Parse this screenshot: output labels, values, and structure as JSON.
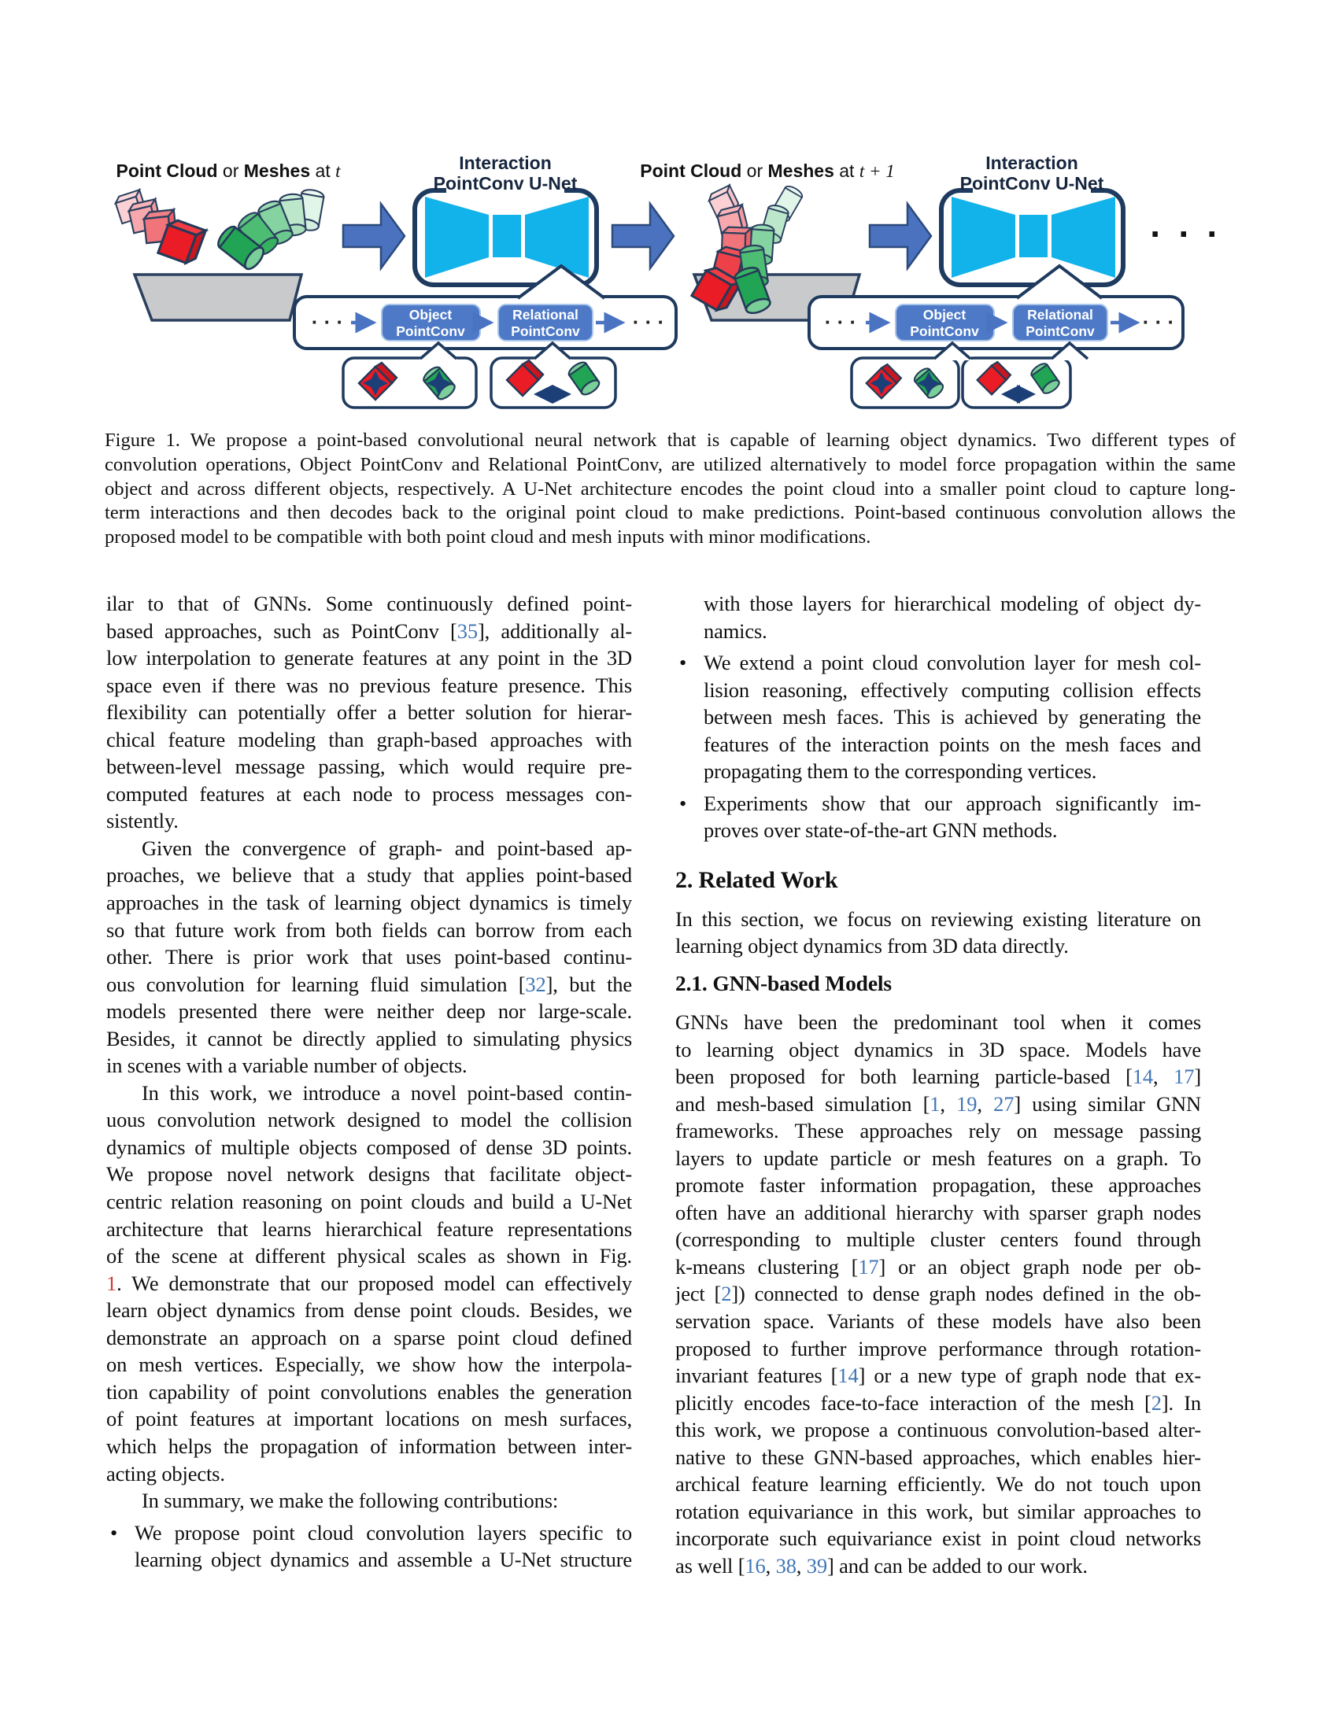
{
  "figure": {
    "scene1_label": {
      "b1": "Point Cloud",
      "or": " or ",
      "b2": "Meshes",
      "at": " at ",
      "t": "t"
    },
    "scene2_label": {
      "b1": "Point Cloud",
      "or": " or ",
      "b2": "Meshes",
      "at": " at ",
      "t": "t + 1"
    },
    "unet": {
      "line1": "Interaction",
      "line2": "PointConv U-Net"
    },
    "object_box": {
      "line1": "Object",
      "line2": "PointConv"
    },
    "relational_box": {
      "line1": "Relational",
      "line2": "PointConv"
    },
    "ellipsis": "· · ·",
    "colors": {
      "cyan": "#12b2ea",
      "navy": "#1e3a5e",
      "arrow_blue": "#4a72bf",
      "box_blue": "#4d79c7",
      "red": "#ea1c25",
      "green": "#22a455",
      "plane_gray": "#c8cacc",
      "cite": "#4176b5",
      "ref": "#d03a3a"
    }
  },
  "bullets": {
    "dot": "•"
  },
  "caption": {
    "lines": [
      "Figure 1.  We propose a point-based convolutional neural network that is capable of learning object dynamics.  Two different types of",
      "convolution operations, Object PointConv and Relational PointConv, are utilized alternatively to model force propagation within the same",
      "object and across different objects, respectively.  A U-Net architecture encodes the point cloud into a smaller point cloud to capture long-",
      "term interactions and then decodes back to the original point cloud to make predictions.  Point-based continuous convolution allows the",
      {
        "t": "proposed model to be compatible with both point cloud and mesh inputs with minor modifications.",
        "j": 0
      }
    ]
  },
  "left_column": {
    "p1": [
      "ilar to that of GNNs.  Some continuously defined point-",
      {
        "s": [
          [
            "p",
            "based approaches, such as PointConv ["
          ],
          [
            "c",
            "35"
          ],
          [
            "p",
            "], additionally al-"
          ]
        ]
      },
      "low interpolation to generate features at any point in the 3D",
      "space even if there was no previous feature presence.  This",
      "flexibility can potentially offer a better solution for hierar-",
      "chical feature modeling than graph-based approaches with",
      "between-level message passing, which would require pre-",
      "computed features at each node to process messages con-",
      {
        "t": "sistently.",
        "j": 0
      }
    ],
    "p2": [
      {
        "t": "Given the convergence of graph- and point-based ap-",
        "in": 1
      },
      "proaches, we believe that a study that applies point-based",
      "approaches in the task of learning object dynamics is timely",
      "so that future work from both fields can borrow from each",
      "other.  There is prior work that uses point-based continu-",
      {
        "s": [
          [
            "p",
            "ous convolution for learning fluid simulation ["
          ],
          [
            "c",
            "32"
          ],
          [
            "p",
            "], but the"
          ]
        ]
      },
      "models presented there were neither deep nor large-scale.",
      "Besides, it cannot be directly applied to simulating physics",
      {
        "t": "in scenes with a variable number of objects.",
        "j": 0
      }
    ],
    "p3": [
      {
        "t": "In this work, we introduce a novel point-based contin-",
        "in": 1
      },
      "uous convolution network designed to model the collision",
      "dynamics of multiple objects composed of dense 3D points.",
      "We propose novel network designs that facilitate object-",
      "centric relation reasoning on point clouds and build a U-Net",
      "architecture that learns hierarchical feature representations",
      "of the scene at different physical scales as shown in Fig.",
      {
        "s": [
          [
            "r",
            "1"
          ],
          [
            "p",
            ". We demonstrate that our proposed model can effectively"
          ]
        ]
      },
      "learn object dynamics from dense point clouds. Besides, we",
      "demonstrate an approach on a sparse point cloud defined",
      "on mesh vertices.  Especially, we show how the interpola-",
      "tion capability of point convolutions enables the generation",
      "of point features at important locations on mesh surfaces,",
      "which helps the propagation of information between inter-",
      {
        "t": "acting objects.",
        "j": 0
      }
    ],
    "p4": [
      {
        "t": "In summary, we make the following contributions:",
        "j": 0,
        "in": 1
      }
    ],
    "bullet1": [
      "We propose point cloud convolution layers specific to",
      "learning object dynamics and assemble a U-Net structure"
    ]
  },
  "right_column": {
    "bullet_cont": [
      "with those layers for hierarchical modeling of object dy-",
      {
        "t": "namics.",
        "j": 0
      }
    ],
    "bullet2": [
      "We extend a point cloud convolution layer for mesh col-",
      "lision reasoning, effectively computing collision effects",
      "between mesh faces.  This is achieved by generating the",
      "features of the interaction points on the mesh faces and",
      {
        "t": "propagating them to the corresponding vertices.",
        "j": 0
      }
    ],
    "bullet3": [
      "Experiments show that our approach significantly im-",
      {
        "t": "proves over state-of-the-art GNN methods.",
        "j": 0
      }
    ],
    "h2": "2. Related Work",
    "p5": [
      "In this section, we focus on reviewing existing literature on",
      {
        "t": "learning object dynamics from 3D data directly.",
        "j": 0
      }
    ],
    "h3": "2.1. GNN-based Models",
    "p6": [
      "GNNs have been the predominant tool when it comes",
      "to learning object dynamics in 3D space.  Models have",
      {
        "s": [
          [
            "p",
            "been proposed for both learning particle-based ["
          ],
          [
            "c",
            "14"
          ],
          [
            "p",
            ", "
          ],
          [
            "c",
            "17"
          ],
          [
            "p",
            "]"
          ]
        ]
      },
      {
        "s": [
          [
            "p",
            "and mesh-based simulation ["
          ],
          [
            "c",
            "1"
          ],
          [
            "p",
            ", "
          ],
          [
            "c",
            "19"
          ],
          [
            "p",
            ", "
          ],
          [
            "c",
            "27"
          ],
          [
            "p",
            "] using similar GNN"
          ]
        ]
      },
      "frameworks.  These approaches rely on message passing",
      "layers to update particle or mesh features on a graph.  To",
      "promote faster information propagation, these approaches",
      "often have an additional hierarchy with sparser graph nodes",
      "(corresponding to multiple cluster centers found through",
      {
        "s": [
          [
            "p",
            "k-means clustering ["
          ],
          [
            "c",
            "17"
          ],
          [
            "p",
            "] or an object graph node per ob-"
          ]
        ]
      },
      {
        "s": [
          [
            "p",
            "ject ["
          ],
          [
            "c",
            "2"
          ],
          [
            "p",
            "]) connected to dense graph nodes defined in the ob-"
          ]
        ]
      },
      "servation space.  Variants of these models have also been",
      "proposed to further improve performance through rotation-",
      {
        "s": [
          [
            "p",
            "invariant features ["
          ],
          [
            "c",
            "14"
          ],
          [
            "p",
            "] or a new type of graph node that ex-"
          ]
        ]
      },
      {
        "s": [
          [
            "p",
            "plicitly encodes face-to-face interaction of the mesh ["
          ],
          [
            "c",
            "2"
          ],
          [
            "p",
            "].  In"
          ]
        ]
      },
      "this work, we propose a continuous convolution-based alter-",
      "native to these GNN-based approaches, which enables hier-",
      "archical feature learning efficiently.  We do not touch upon",
      "rotation equivariance in this work, but similar approaches to",
      "incorporate such equivariance exist in point cloud networks",
      {
        "s": [
          [
            "p",
            "as well ["
          ],
          [
            "c",
            "16"
          ],
          [
            "p",
            ", "
          ],
          [
            "c",
            "38"
          ],
          [
            "p",
            ", "
          ],
          [
            "c",
            "39"
          ],
          [
            "p",
            "] and can be added to our work."
          ]
        ],
        "j": 0
      }
    ]
  }
}
